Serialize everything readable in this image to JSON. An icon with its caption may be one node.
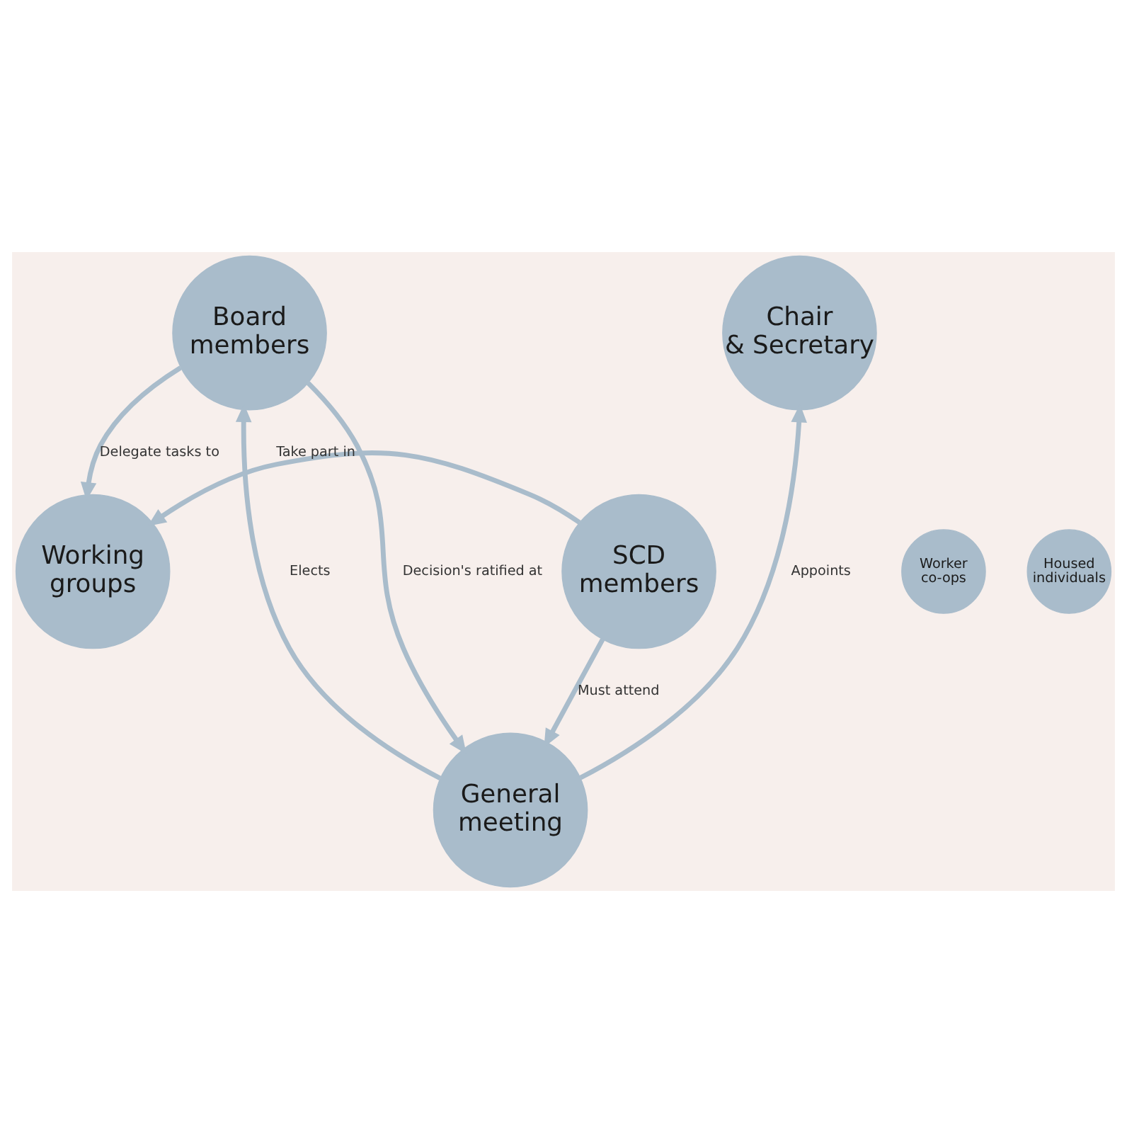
{
  "diagram": {
    "nodes": [
      {
        "text": [
          "Board members"
        ]
      },
      {
        "text": [
          "Chair & Secretary"
        ]
      },
      {
        "text": [
          "General meeting"
        ]
      },
      {
        "text": [
          "Working groups"
        ]
      },
      {
        "text": [
          "SCD members"
        ]
      },
      {
        "text": [
          "Worker co-ops"
        ]
      },
      {
        "text": [
          "Housed individuals"
        ]
      }
    ],
    "edges": [
      {
        "from": 2,
        "to": 0,
        "arrow": "to",
        "label": "Elects"
      },
      {
        "from": 2,
        "to": 1,
        "arrow": "to",
        "label": "Appoints"
      },
      {
        "from": 0,
        "to": 3,
        "arrow": "to",
        "label": "Delegate tasks to"
      },
      {
        "from": 0,
        "to": 2,
        "arrow": "to",
        "label": "Decision's ratified at"
      },
      {
        "from": 4,
        "to": 2,
        "arrow": "to",
        "label": "Must attend"
      },
      {
        "from": 4,
        "to": 3,
        "arrow": "to",
        "label": "Take part in"
      }
    ]
  }
}
